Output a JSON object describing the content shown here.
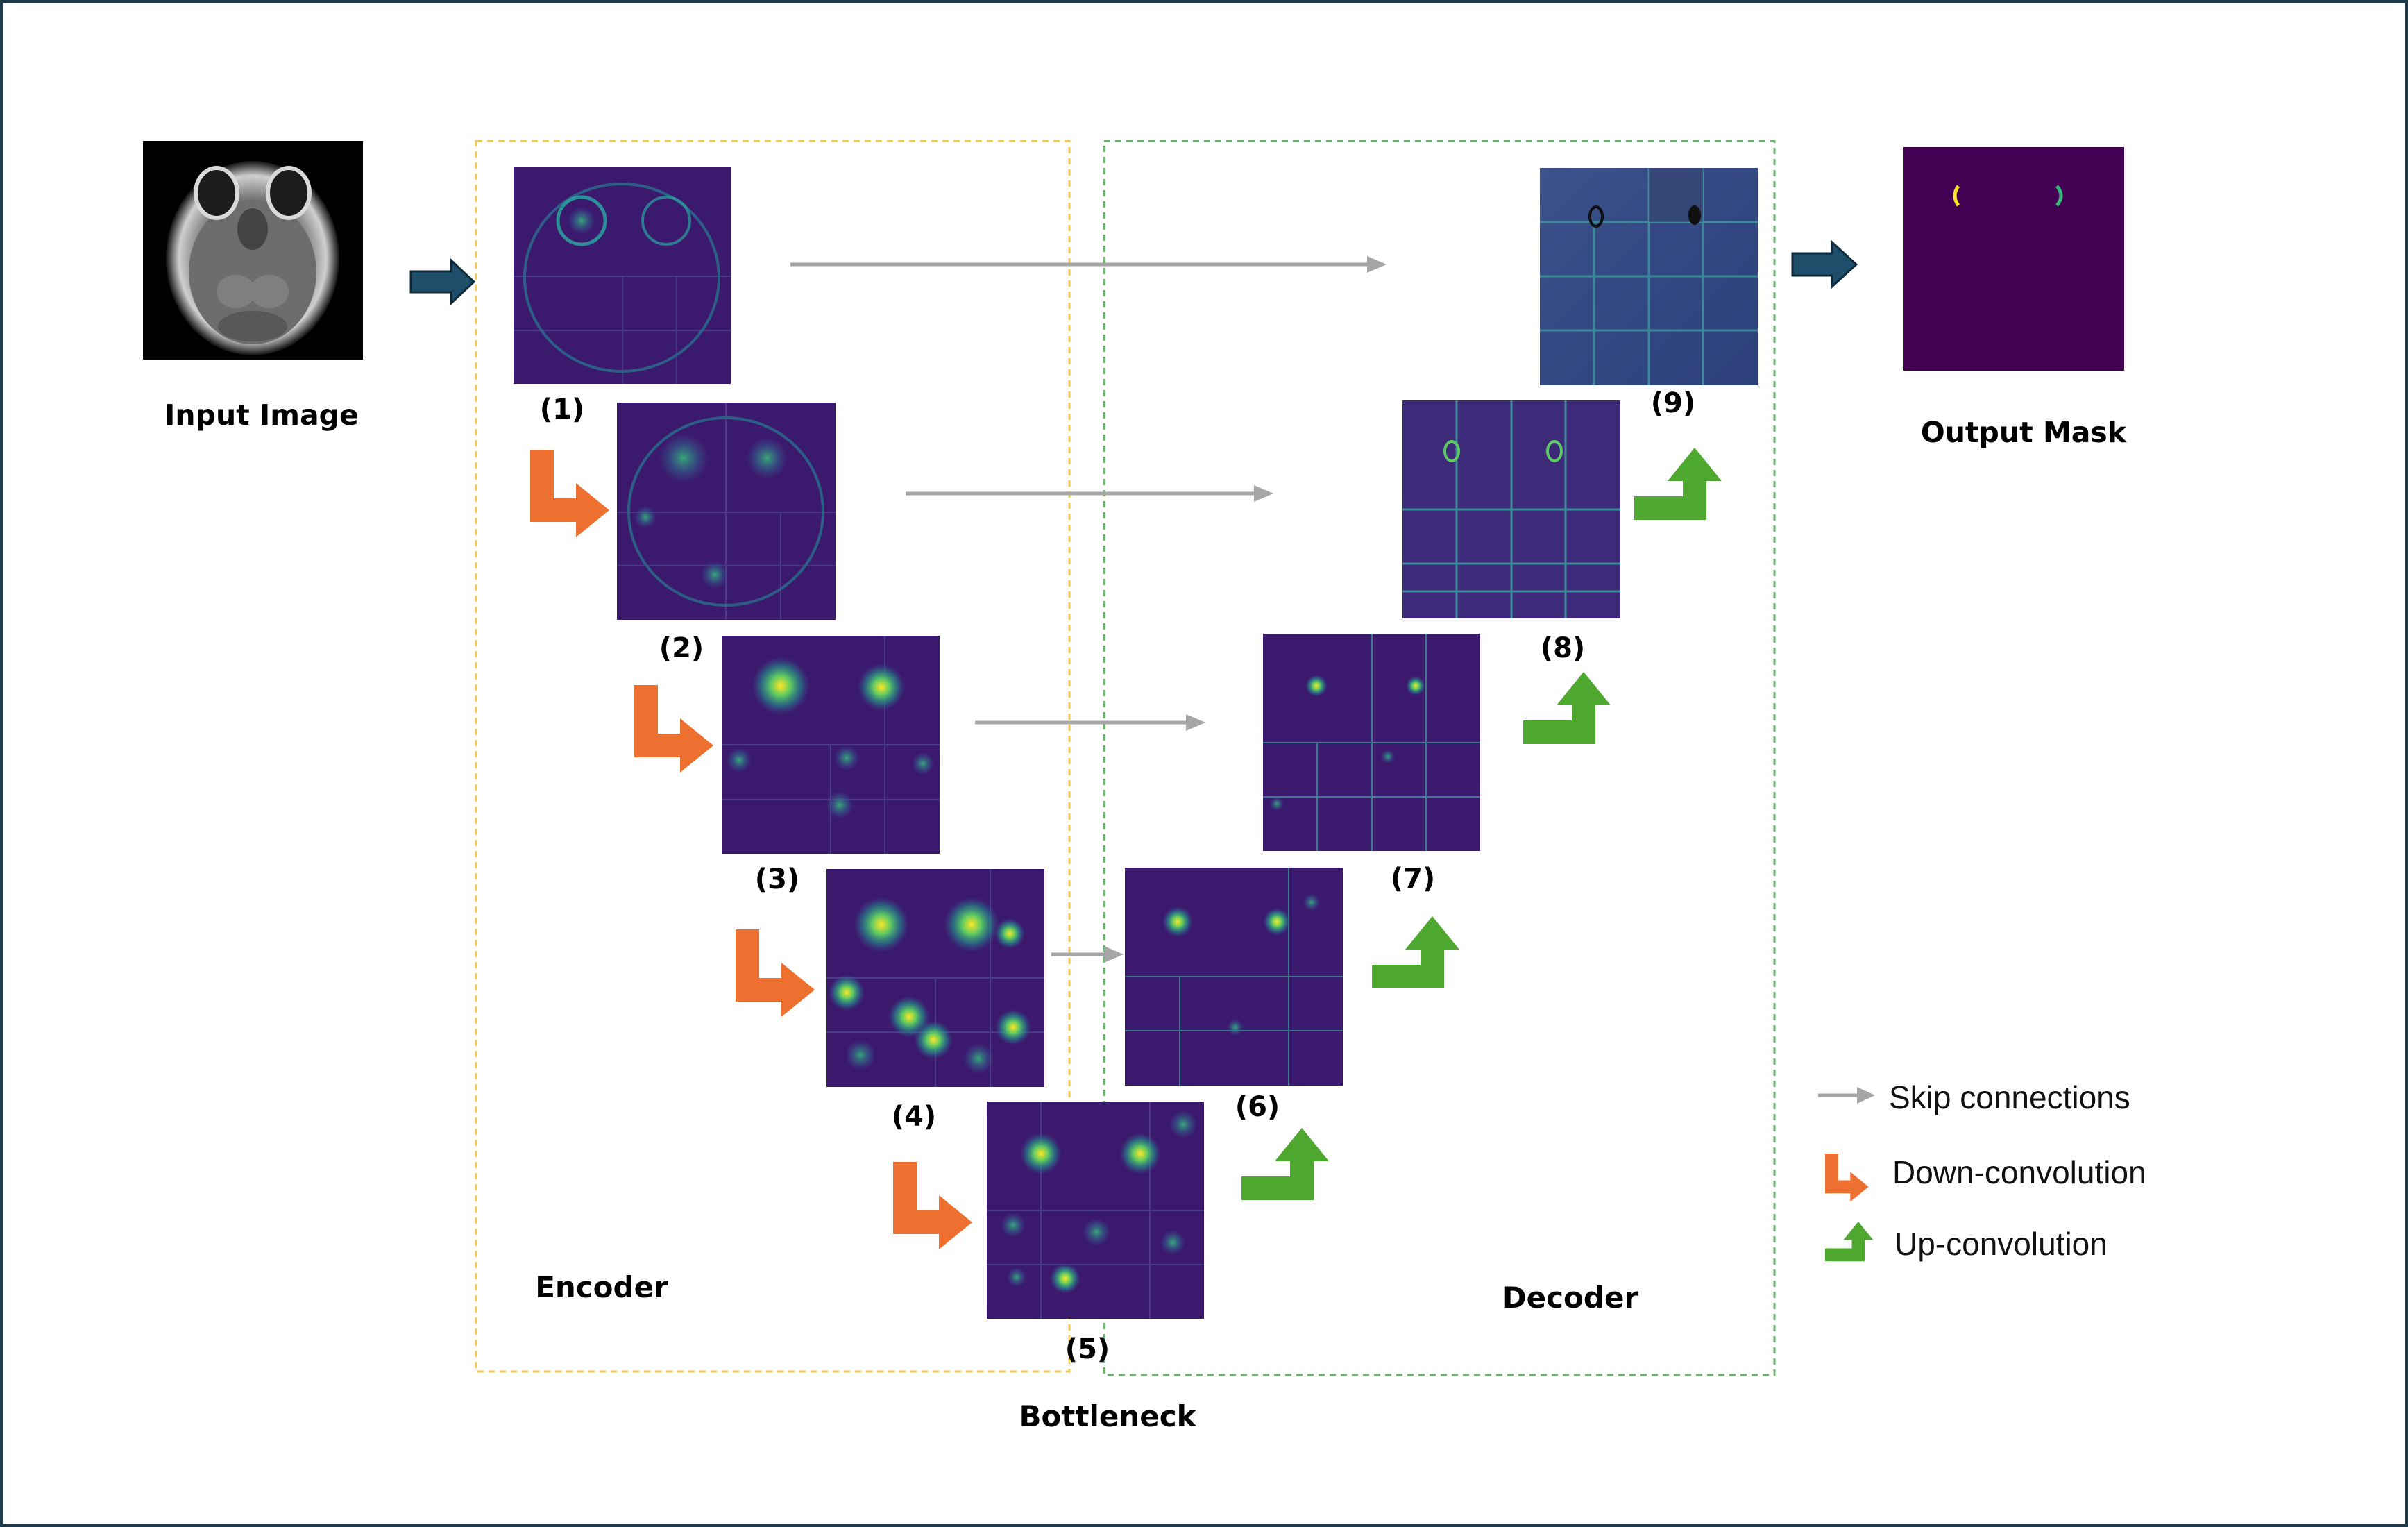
{
  "labels": {
    "input_image": "Input Image",
    "output_mask": "Output Mask",
    "encoder": "Encoder",
    "decoder": "Decoder",
    "bottleneck": "Bottleneck"
  },
  "stages": [
    {
      "id": "1",
      "caption": "(1)"
    },
    {
      "id": "2",
      "caption": "(2)"
    },
    {
      "id": "3",
      "caption": "(3)"
    },
    {
      "id": "4",
      "caption": "(4)"
    },
    {
      "id": "5",
      "caption": "(5)"
    },
    {
      "id": "6",
      "caption": "(6)"
    },
    {
      "id": "7",
      "caption": "(7)"
    },
    {
      "id": "8",
      "caption": "(8)"
    },
    {
      "id": "9",
      "caption": "(9)"
    }
  ],
  "legend": {
    "skip": "Skip connections",
    "down": "Down-convolution",
    "up": "Up-convolution"
  },
  "colors": {
    "frame": "#1f3a4a",
    "flow_arrow": "#1f4e6a",
    "skip_arrow": "#a6a6a6",
    "down_arrow": "#ed7031",
    "up_arrow": "#4ea72e",
    "encoder_box": "#f2c94c",
    "decoder_box": "#6bb56b",
    "feature_bg": "#3b1a6e",
    "mask_bg": "#440154"
  }
}
